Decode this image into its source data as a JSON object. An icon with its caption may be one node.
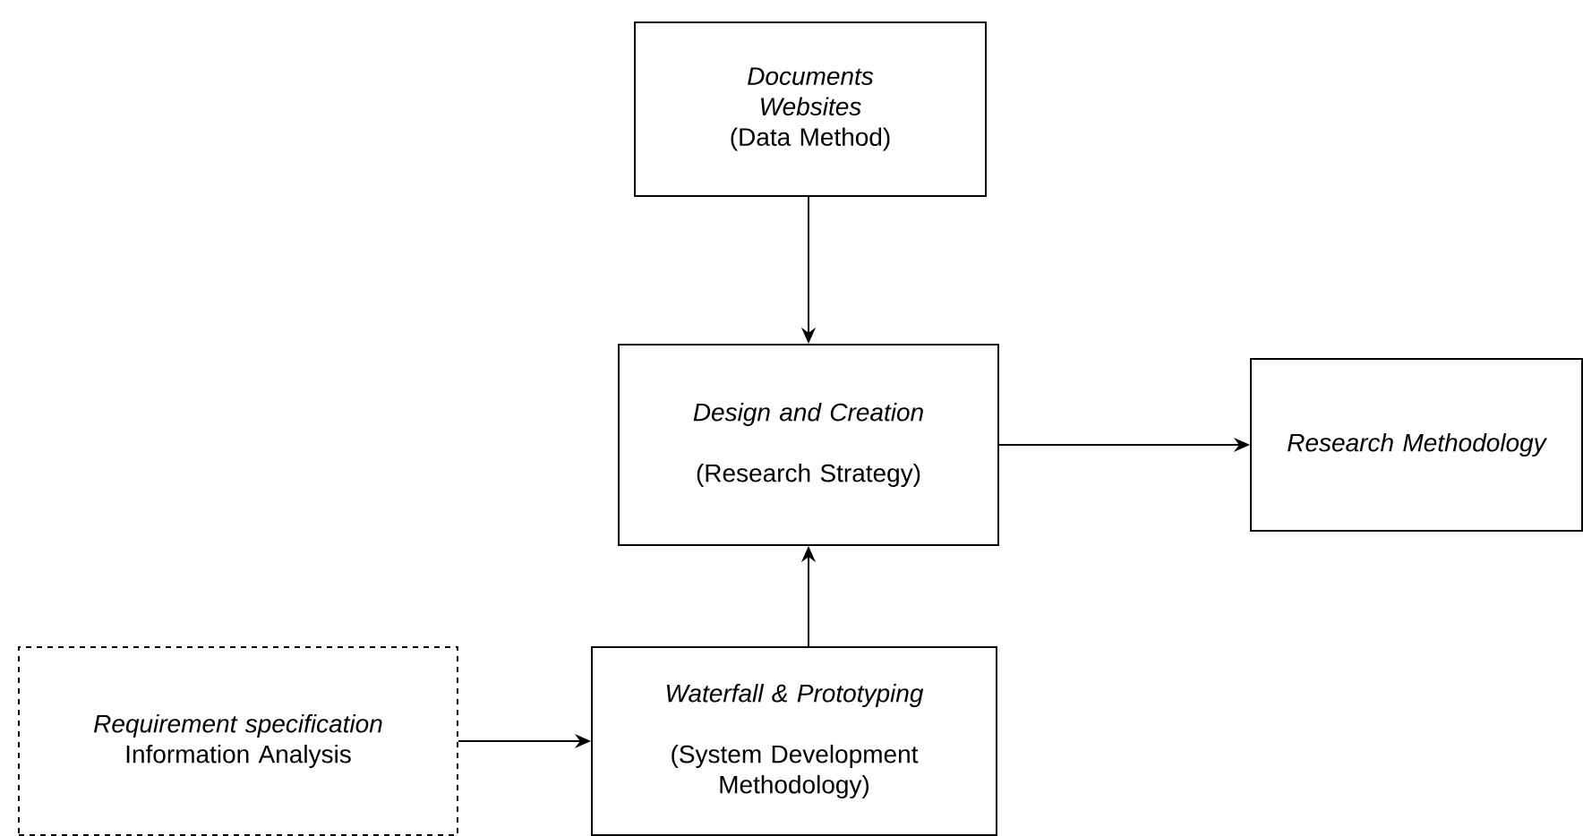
{
  "diagram": {
    "nodes": [
      {
        "text": [
          "Documents",
          "Websites",
          "(Data Method)"
        ]
      },
      {
        "text": [
          "Design and Creation",
          "(Research Strategy)"
        ]
      },
      {
        "text": [
          "Research Methodology"
        ]
      },
      {
        "text": [
          "Requirement specification",
          "Information Analysis"
        ]
      },
      {
        "text": [
          "Waterfall & Prototyping",
          "(System Development Methodology)"
        ]
      }
    ],
    "edges": [
      {
        "from": 0,
        "to": 1,
        "arrow": "to"
      },
      {
        "from": 1,
        "to": 2,
        "arrow": "to"
      },
      {
        "from": 4,
        "to": 1,
        "arrow": "to"
      },
      {
        "from": 3,
        "to": 4,
        "arrow": "to"
      }
    ]
  }
}
